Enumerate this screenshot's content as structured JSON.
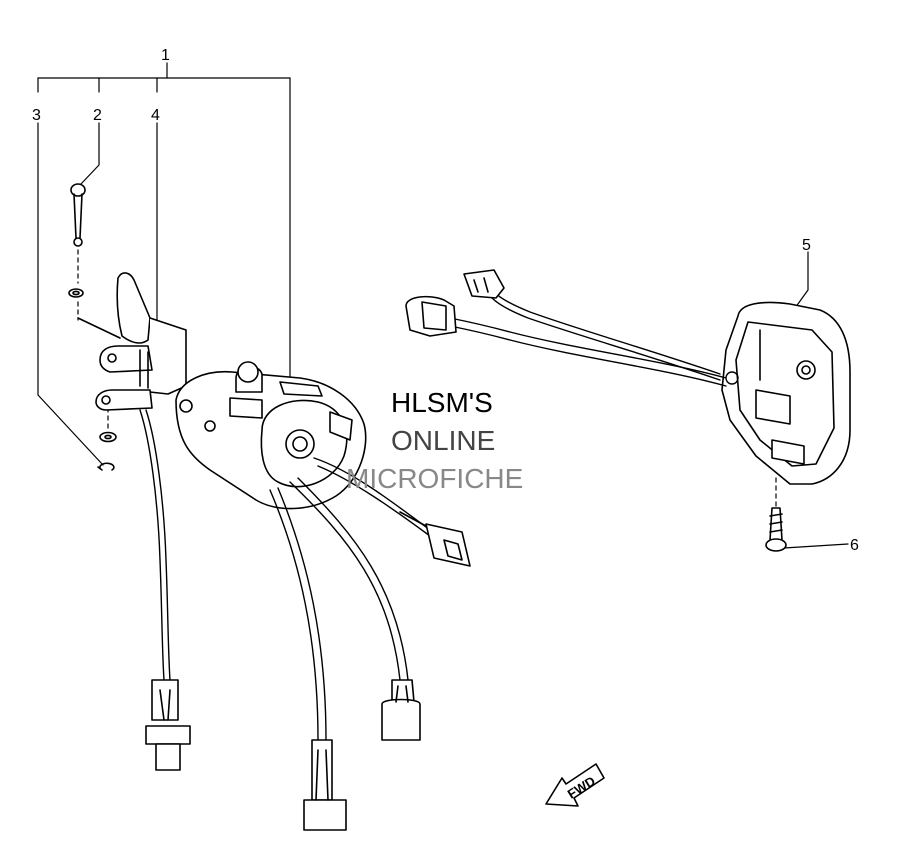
{
  "callouts": [
    "1",
    "2",
    "3",
    "4",
    "5",
    "6"
  ],
  "watermark": {
    "line1": "HLSM'S",
    "line2": "ONLINE",
    "line3": "MICROFICHE",
    "colors": [
      "#000000",
      "#444444",
      "#888888"
    ]
  },
  "fwd_badge": "FWD"
}
